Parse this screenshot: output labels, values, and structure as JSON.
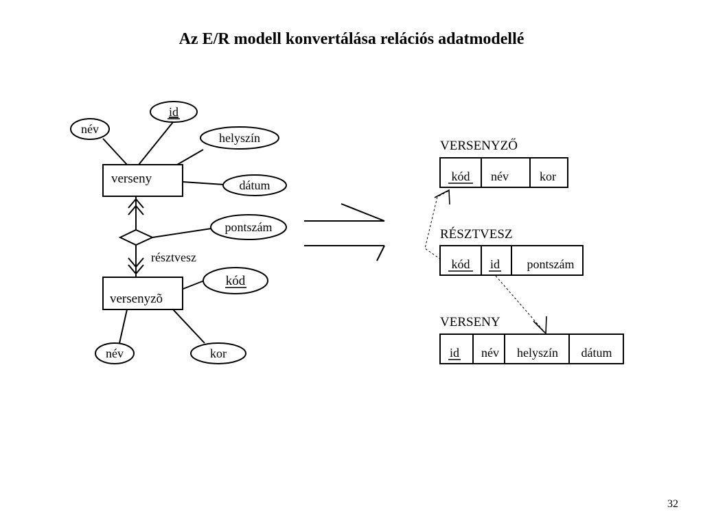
{
  "title": "Az E/R modell konvertálása relációs adatmodellé",
  "page_number": "32",
  "er_diagram": {
    "entity_verseny": "verseny",
    "entity_versenyzo": "versenyzõ",
    "relationship": "résztvesz",
    "attributes": {
      "verseny_id": "id",
      "verseny_nev": "név",
      "verseny_helyszin": "helyszín",
      "verseny_datum": "dátum",
      "resztvesz_pontszam": "pontszám",
      "versenyzo_kod": "kód",
      "versenyzo_nev": "név",
      "versenyzo_kor": "kor"
    }
  },
  "relational_model": {
    "versenyzo": {
      "name": "VERSENYZŐ",
      "columns": [
        "kód",
        "név",
        "kor"
      ]
    },
    "resztvesz": {
      "name": "RÉSZTVESZ",
      "columns": [
        "kód",
        "id",
        "pontszám"
      ]
    },
    "verseny": {
      "name": "VERSENY",
      "columns": [
        "id",
        "név",
        "helyszín",
        "dátum"
      ]
    }
  }
}
